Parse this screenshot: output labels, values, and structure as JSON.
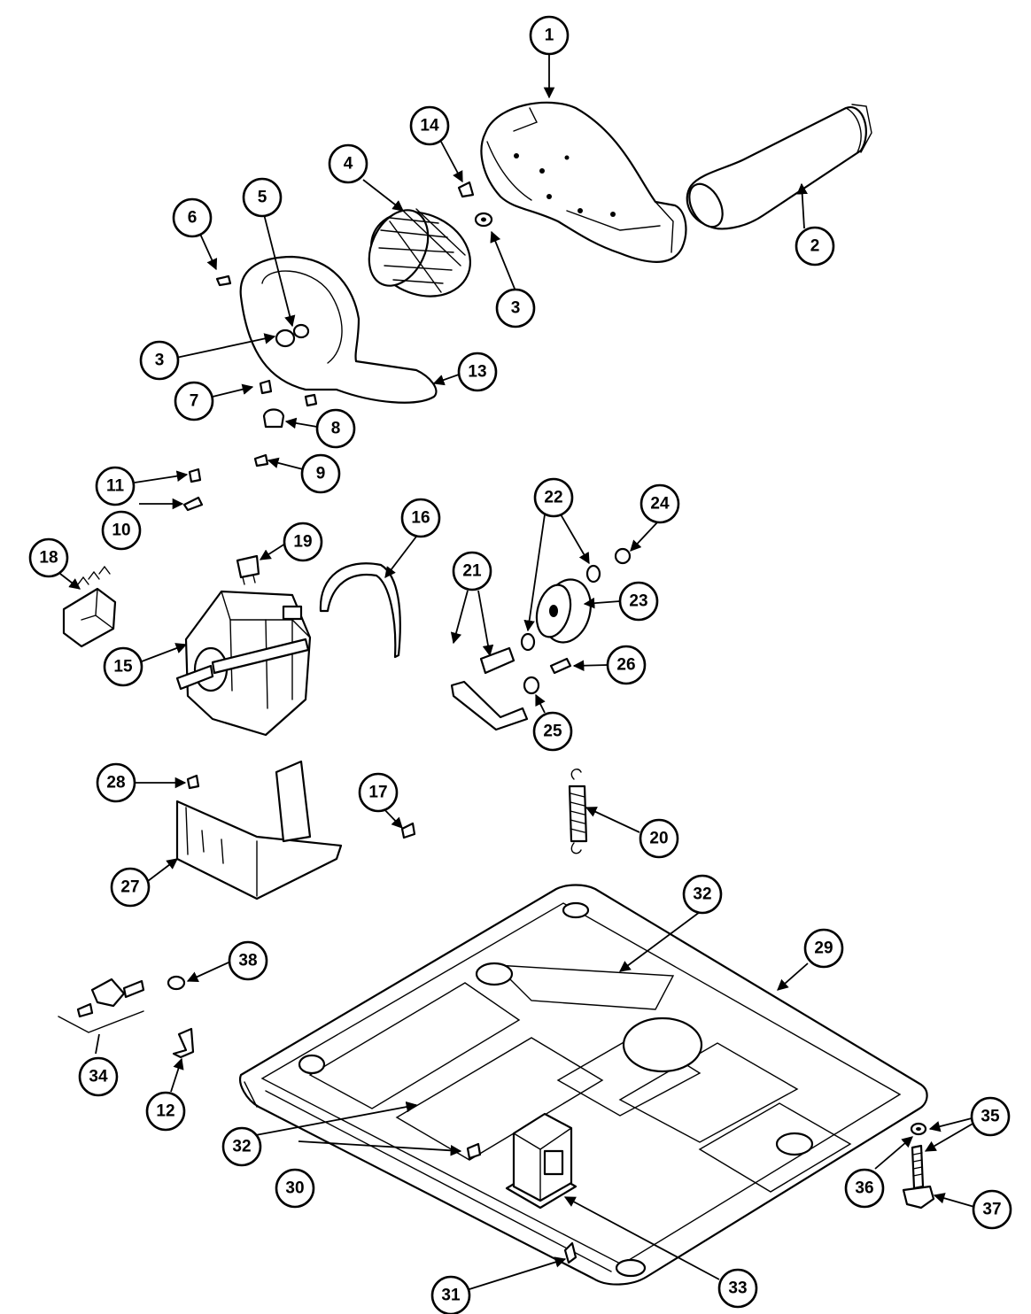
{
  "callouts": {
    "c1": "1",
    "c2": "2",
    "c3a": "3",
    "c3b": "3",
    "c4": "4",
    "c5": "5",
    "c6": "6",
    "c7": "7",
    "c8": "8",
    "c9": "9",
    "c10": "10",
    "c11": "11",
    "c12": "12",
    "c13": "13",
    "c14": "14",
    "c15": "15",
    "c16": "16",
    "c17": "17",
    "c18": "18",
    "c19": "19",
    "c20": "20",
    "c21": "21",
    "c22": "22",
    "c23": "23",
    "c24": "24",
    "c25": "25",
    "c26": "26",
    "c27": "27",
    "c28": "28",
    "c29": "29",
    "c30": "30",
    "c31": "31",
    "c32a": "32",
    "c32b": "32",
    "c33": "33",
    "c34": "34",
    "c35": "35",
    "c36": "36",
    "c37": "37",
    "c38": "38"
  }
}
